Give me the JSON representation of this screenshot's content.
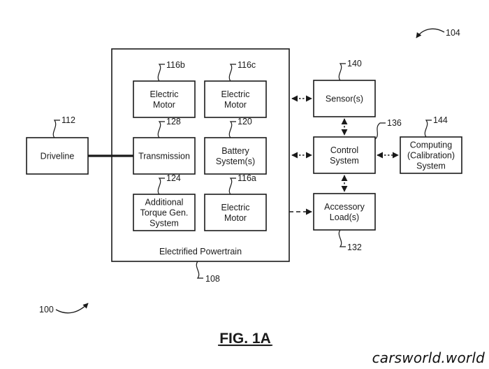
{
  "figure": {
    "title": "FIG. 1A",
    "system_ref": "100",
    "diagram_ref": "104"
  },
  "powertrain": {
    "label": "Electrified Powertrain",
    "ref": "108"
  },
  "blocks": {
    "driveline": {
      "lines": [
        "Driveline"
      ],
      "ref": "112"
    },
    "motor_116b": {
      "lines": [
        "Electric",
        "Motor"
      ],
      "ref": "116b"
    },
    "motor_116c": {
      "lines": [
        "Electric",
        "Motor"
      ],
      "ref": "116c"
    },
    "transmission": {
      "lines": [
        "Transmission"
      ],
      "ref": "128"
    },
    "battery": {
      "lines": [
        "Battery",
        "System(s)"
      ],
      "ref": "120"
    },
    "torque_gen": {
      "lines": [
        "Additional",
        "Torque Gen.",
        "System"
      ],
      "ref": "124"
    },
    "motor_116a": {
      "lines": [
        "Electric",
        "Motor"
      ],
      "ref": "116a"
    },
    "sensors": {
      "lines": [
        "Sensor(s)"
      ],
      "ref": "140"
    },
    "control": {
      "lines": [
        "Control",
        "System"
      ],
      "ref": "136"
    },
    "accessory": {
      "lines": [
        "Accessory",
        "Load(s)"
      ],
      "ref": "132"
    },
    "computing": {
      "lines": [
        "Computing",
        "(Calibration)",
        "System"
      ],
      "ref": "144"
    }
  },
  "watermark": "carsworld.world",
  "colors": {
    "ink": "#1a1a1a",
    "background": "#ffffff"
  }
}
